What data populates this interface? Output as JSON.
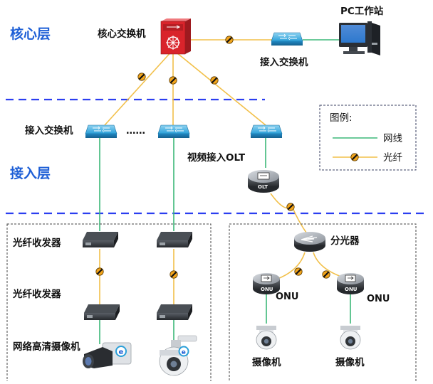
{
  "layers": {
    "core": "核心层",
    "access": "接入层"
  },
  "labels": {
    "core_switch": "核心交换机",
    "pc_station": "PC工作站",
    "access_switch_top": "接入交换机",
    "access_switch_left": "接入交换机",
    "ellipsis": "……",
    "video_olt": "视频接入OLT",
    "olt_badge": "OLT",
    "fiber_transceiver_1": "光纤收发器",
    "fiber_transceiver_2": "光纤收发器",
    "hd_camera": "网络高清摄像机",
    "splitter": "分光器",
    "onu_left": "ONU",
    "onu_right": "ONU",
    "onu_badge_left": "ONU",
    "onu_badge_right": "ONU",
    "camera_left": "摄像机",
    "camera_right": "摄像机"
  },
  "legend": {
    "title": "图例:",
    "network_cable": "网线",
    "fiber": "光纤"
  },
  "colors": {
    "network_cable": "#3cb878",
    "fiber": "#f2c04a",
    "layer_divider": "#2b3ef0",
    "label_blue": "#1e5fd6",
    "switch_blue": "#2a9fd8",
    "core_red": "#d9242b"
  }
}
